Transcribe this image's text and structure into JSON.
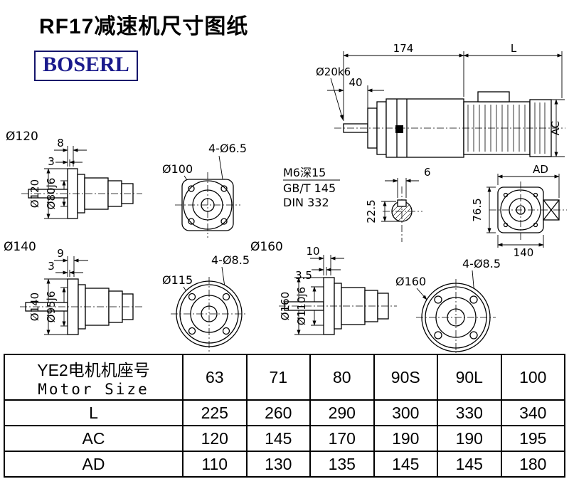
{
  "page": {
    "title": "RF17减速机尺寸图纸",
    "logo_text": "BOSERL",
    "logo_color": "#1a1a8c"
  },
  "main_view": {
    "dim_total": "174",
    "dim_l": "L",
    "dim_40": "40",
    "shaft_dia": "Ø20k6",
    "dim_ac": "AC",
    "dim_ad": "AD"
  },
  "notes": {
    "tap": "M6深15",
    "standard1": "GB/T 145",
    "standard2": "DIN 332"
  },
  "shaft_section": {
    "key_width": "6",
    "key_depth": "22.5"
  },
  "end_view": {
    "height": "76.5",
    "width": "140"
  },
  "view_120": {
    "label": "Ø120",
    "dim_step": "8",
    "dim_recess": "3",
    "flange_dia": "Ø120",
    "spigot_dia": "Ø80j6"
  },
  "flange_100": {
    "dia": "Ø100",
    "holes": "4-Ø6.5"
  },
  "view_140": {
    "label": "Ø140",
    "dim_step": "9",
    "dim_recess": "3",
    "flange_dia": "Ø140",
    "spigot_dia": "Ø95j6"
  },
  "flange_115": {
    "dia": "Ø115",
    "holes": "4-Ø8.5"
  },
  "view_160": {
    "label": "Ø160",
    "dim_step": "10",
    "dim_recess": "3.5",
    "flange_dia": "Ø160",
    "spigot_dia": "Ø110j6"
  },
  "flange_160": {
    "dia": "Ø160",
    "holes": "4-Ø8.5"
  },
  "table": {
    "row_header_line1": "YE2电机机座号",
    "row_header_line2": "Motor Size",
    "motor_sizes": [
      "63",
      "71",
      "80",
      "90S",
      "90L",
      "100"
    ],
    "rows": [
      {
        "label": "L",
        "values": [
          "225",
          "260",
          "290",
          "300",
          "330",
          "340"
        ]
      },
      {
        "label": "AC",
        "values": [
          "120",
          "145",
          "170",
          "190",
          "190",
          "195"
        ]
      },
      {
        "label": "AD",
        "values": [
          "110",
          "130",
          "135",
          "145",
          "145",
          "180"
        ]
      }
    ]
  }
}
